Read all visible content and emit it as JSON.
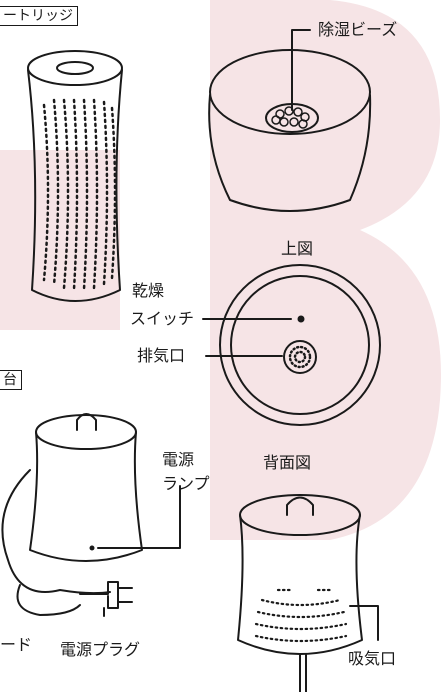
{
  "labels": {
    "cartridge_header": "ートリッジ",
    "beads": "除湿ビーズ",
    "top_view": "上図",
    "dry": "乾燥",
    "switch": "スイッチ",
    "exhaust": "排気口",
    "base_header": "台",
    "power_lamp_1": "電源",
    "power_lamp_2": "ランプ",
    "back_view": "背面図",
    "cord": "ード",
    "power_plug": "電源プラグ",
    "intake": "吸気口"
  },
  "colors": {
    "line": "#1a1a1a",
    "watermark": "#f6e4e6"
  }
}
